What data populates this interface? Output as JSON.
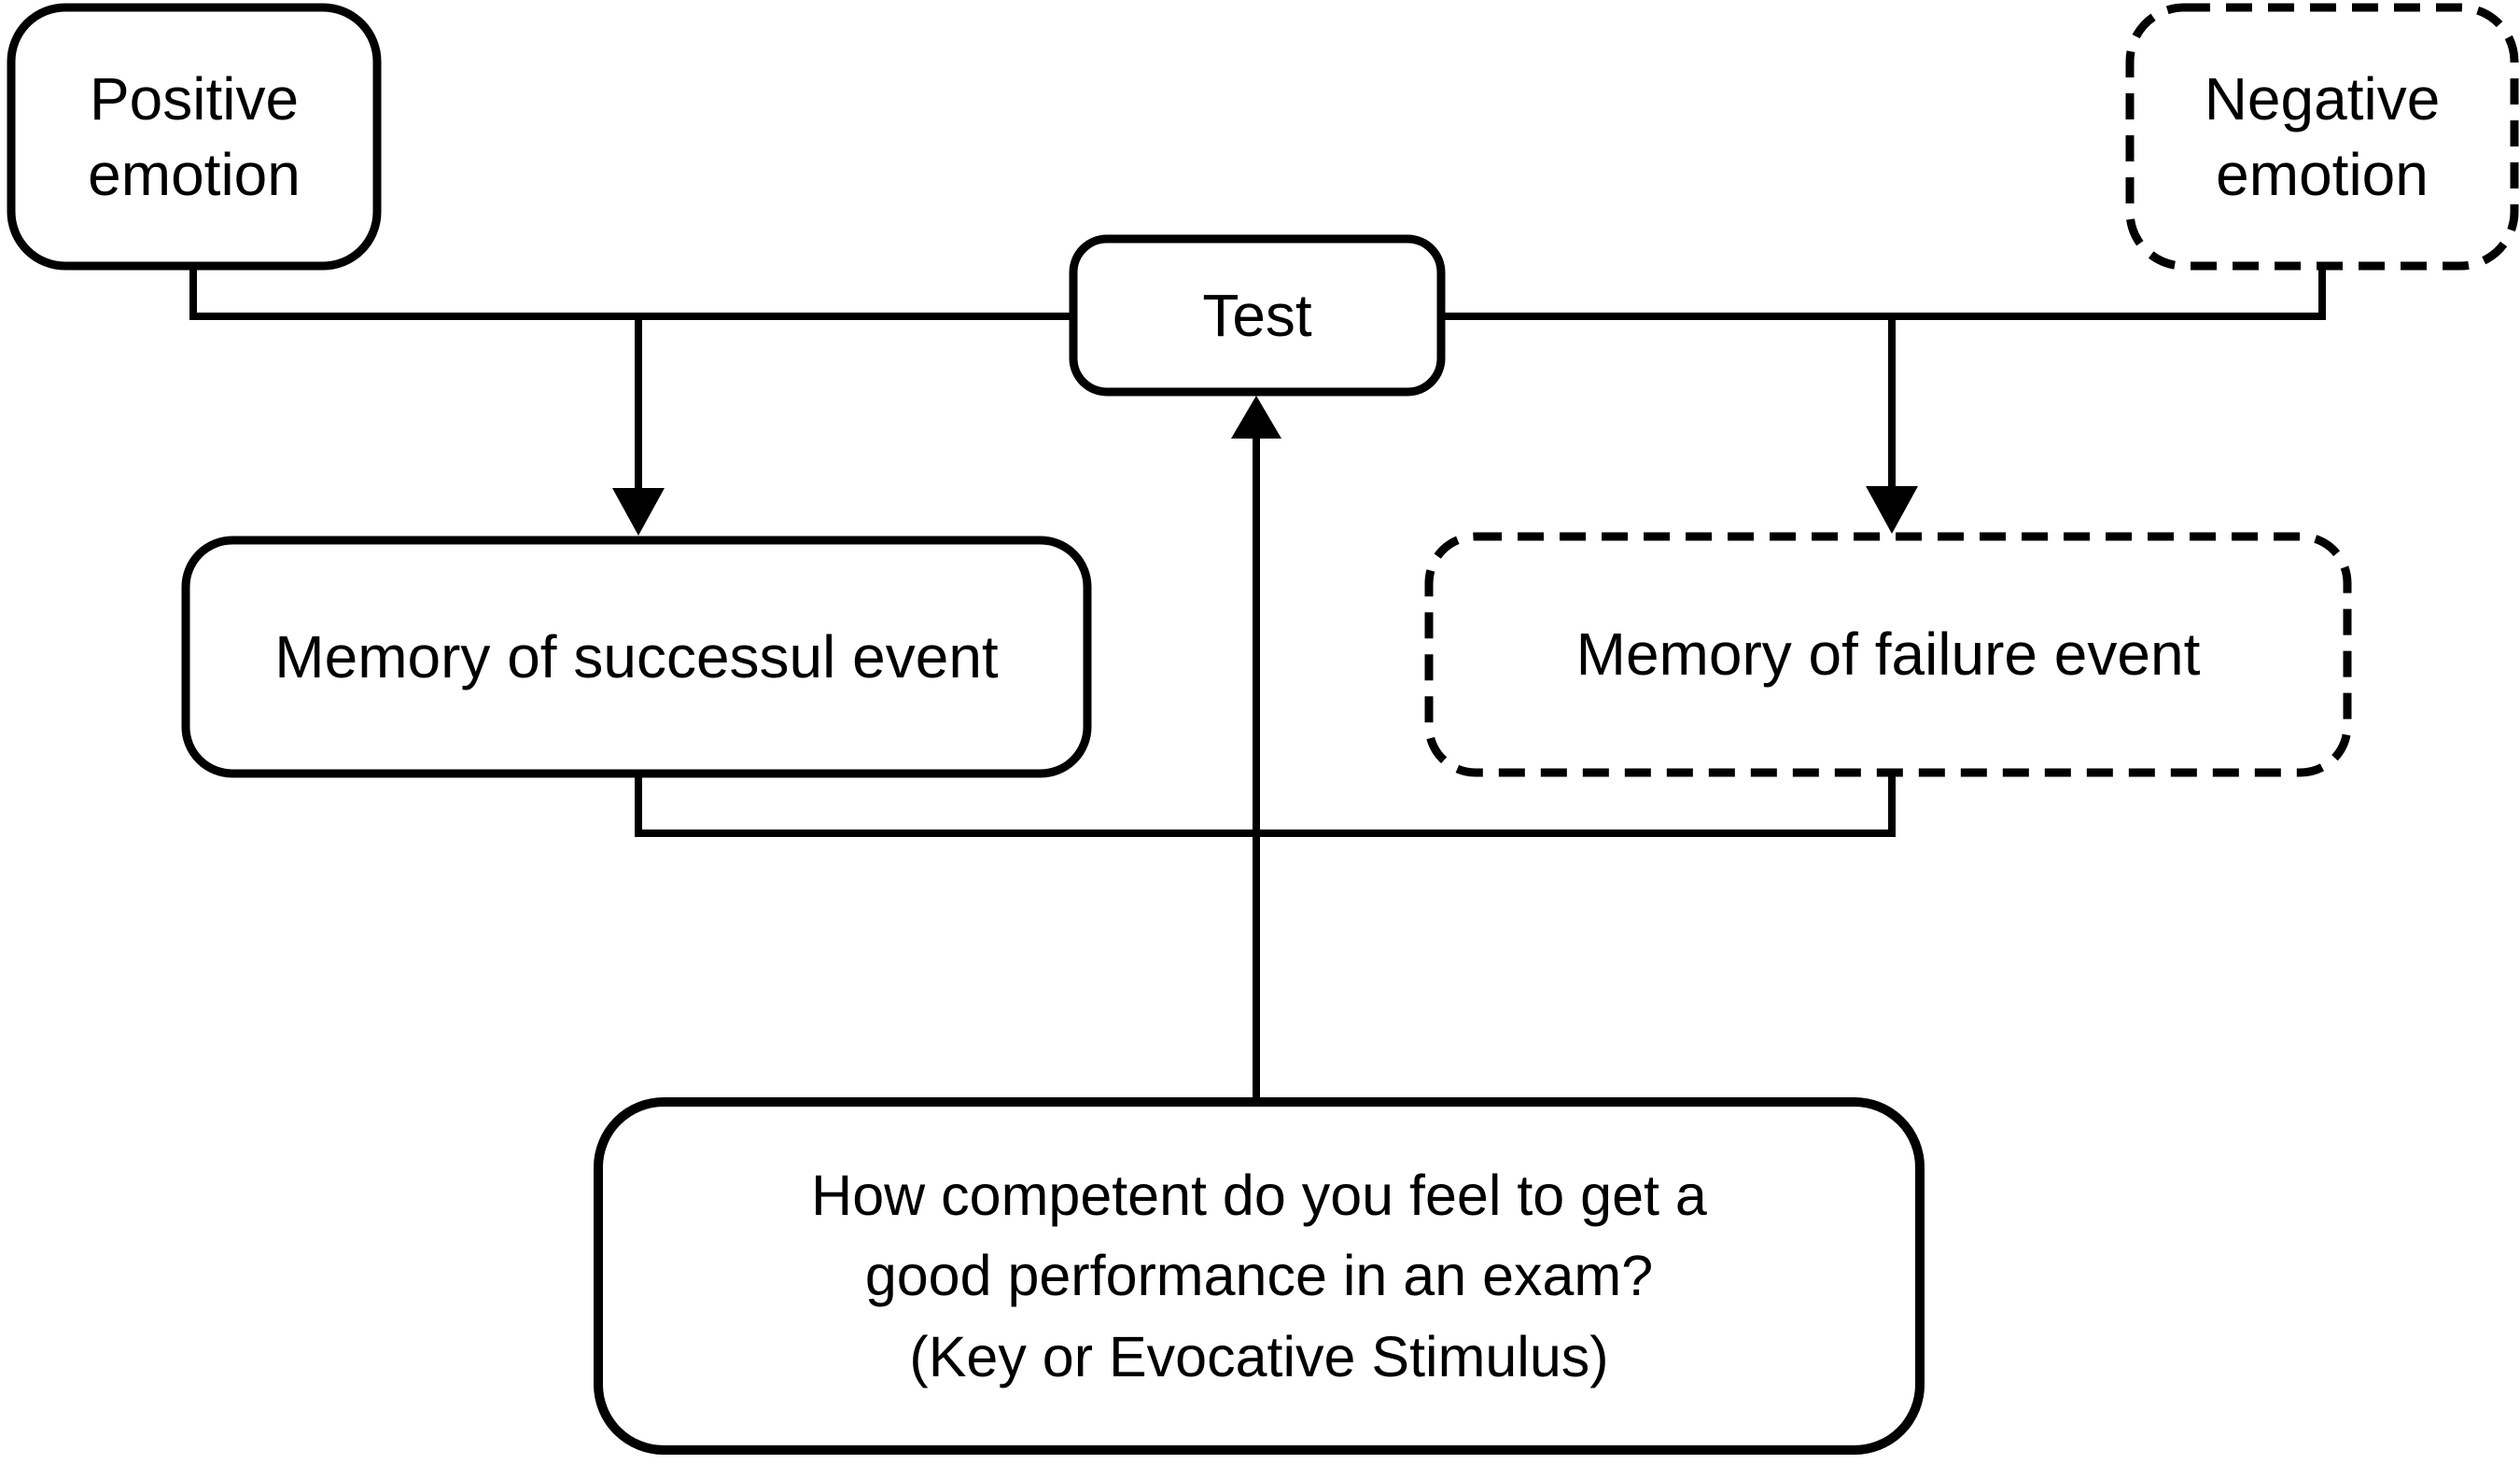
{
  "diagram": {
    "background": "#ffffff",
    "stroke_color": "#000000",
    "boxes": {
      "positive_emotion": {
        "line1": "Positive",
        "line2": "emotion",
        "border": "solid"
      },
      "negative_emotion": {
        "line1": "Negative",
        "line2": "emotion",
        "border": "dashed"
      },
      "test": {
        "line1": "Test",
        "border": "solid"
      },
      "memory_success": {
        "line1": "Memory of successul event",
        "border": "solid"
      },
      "memory_failure": {
        "line1": "Memory of failure event",
        "border": "dashed"
      },
      "stimulus": {
        "line1": "How competent do you feel to get a",
        "line2": "good performance in an exam?",
        "line3": "(Key or Evocative Stimulus)",
        "border": "solid"
      }
    },
    "connections": [
      {
        "from": "positive_emotion",
        "to": "test",
        "style": "plain-line"
      },
      {
        "from": "positive_emotion",
        "to": "memory_success",
        "style": "arrow-down"
      },
      {
        "from": "negative_emotion",
        "to": "test",
        "style": "plain-line"
      },
      {
        "from": "negative_emotion",
        "to": "memory_failure",
        "style": "arrow-down"
      },
      {
        "from": "memory_success",
        "to": "junction",
        "style": "plain-line"
      },
      {
        "from": "memory_failure",
        "to": "junction",
        "style": "plain-line"
      },
      {
        "from": "stimulus",
        "to": "test",
        "style": "arrow-up"
      }
    ]
  }
}
